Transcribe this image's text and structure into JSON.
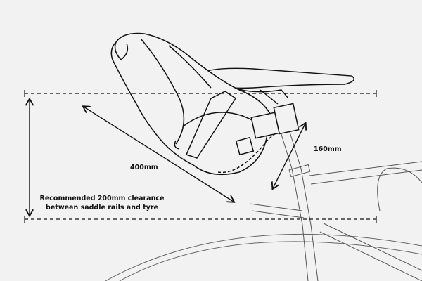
{
  "labels": {
    "length": "400mm",
    "height": "160mm",
    "clearance_line1": "Recommended 200mm clearance",
    "clearance_line2": "between saddle rails and tyre"
  },
  "colors": {
    "background": "#f2f2f2",
    "ink": "#111111",
    "frame": "#555555"
  }
}
